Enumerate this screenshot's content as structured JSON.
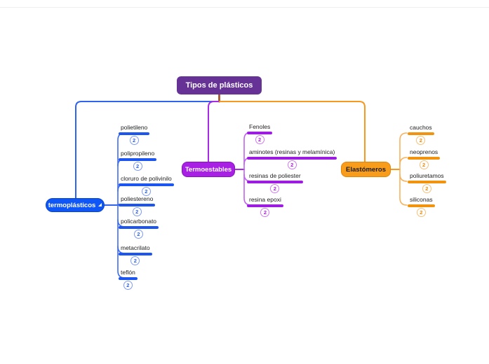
{
  "root": {
    "label": "Tipos de plásticos",
    "color": "#663296"
  },
  "branches": [
    {
      "label": "termoplásticos",
      "color": "#0e56f5",
      "collapse_icon": "triangle",
      "children": [
        {
          "label": "polietileno",
          "badge": "2"
        },
        {
          "label": "polipropileno",
          "badge": "2"
        },
        {
          "label": "cloruro de polivinilo",
          "badge": "2"
        },
        {
          "label": "poliestereno",
          "badge": "2"
        },
        {
          "label": "policarbonato",
          "badge": "2"
        },
        {
          "label": "metacrilato",
          "badge": "2"
        },
        {
          "label": "teflón",
          "badge": "2"
        }
      ]
    },
    {
      "label": "Termoestables",
      "color": "#a820e4",
      "children": [
        {
          "label": "Fenoles",
          "badge": "2"
        },
        {
          "label": "aminotes (resinas y melamínica)",
          "badge": "2"
        },
        {
          "label": "resinas de poliester",
          "badge": "2"
        },
        {
          "label": "resina epoxi",
          "badge": "2"
        }
      ]
    },
    {
      "label": "Elastómeros",
      "color": "#f89c1c",
      "children": [
        {
          "label": "cauchos",
          "badge": "2"
        },
        {
          "label": "neoprenos",
          "badge": "2"
        },
        {
          "label": "poliuretamos",
          "badge": "2"
        },
        {
          "label": "siliconas",
          "badge": "2"
        }
      ]
    }
  ]
}
